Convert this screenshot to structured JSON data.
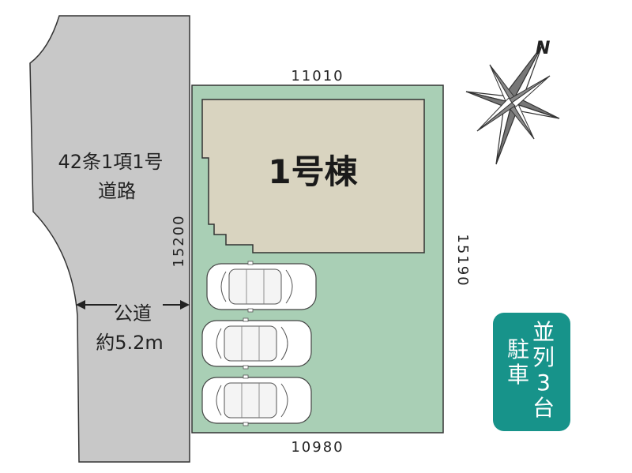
{
  "road": {
    "label_line1": "42条1項1号",
    "label_line2": "道路",
    "width_line1": "公道",
    "width_line2": "約5.2m"
  },
  "lot": {
    "dim_top": "11010",
    "dim_bottom": "10980",
    "dim_left": "15200",
    "dim_right": "15190"
  },
  "building": {
    "label": "1号棟"
  },
  "compass": {
    "label": "N"
  },
  "parking": {
    "col1": [
      "並",
      "列",
      "3",
      "台"
    ],
    "col2": [
      "駐",
      "車"
    ],
    "count": 3
  },
  "colors": {
    "road": "#c8c8c8",
    "lot": "#a9cfb5",
    "building": "#d9d4c0",
    "badge": "#17938a",
    "outline": "#333333"
  }
}
